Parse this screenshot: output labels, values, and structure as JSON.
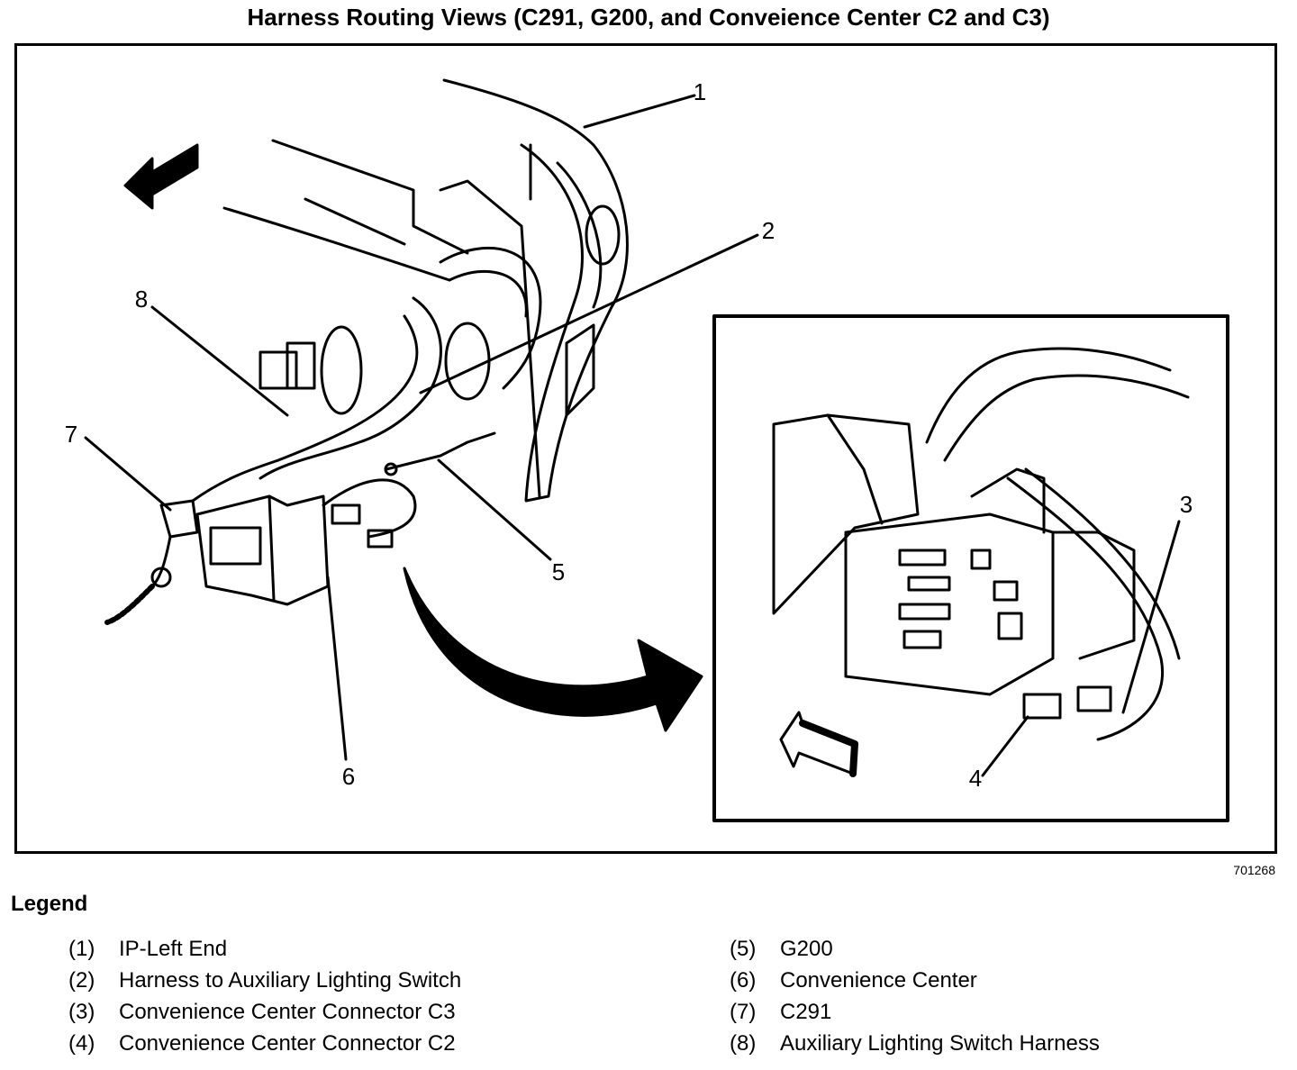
{
  "title": "Harness Routing Views (C291, G200, and Conveience Center C2 and C3)",
  "callouts": [
    "1",
    "2",
    "3",
    "4",
    "5",
    "6",
    "7",
    "8"
  ],
  "figure_id": "701268",
  "legend": {
    "heading": "Legend",
    "items": [
      {
        "num": "(1)",
        "label": "IP-Left End"
      },
      {
        "num": "(2)",
        "label": "Harness to Auxiliary Lighting Switch"
      },
      {
        "num": "(3)",
        "label": "Convenience Center Connector C3"
      },
      {
        "num": "(4)",
        "label": "Convenience Center Connector C2"
      },
      {
        "num": "(5)",
        "label": "G200"
      },
      {
        "num": "(6)",
        "label": "Convenience Center"
      },
      {
        "num": "(7)",
        "label": "C291"
      },
      {
        "num": "(8)",
        "label": "Auxiliary Lighting Switch Harness"
      }
    ]
  }
}
